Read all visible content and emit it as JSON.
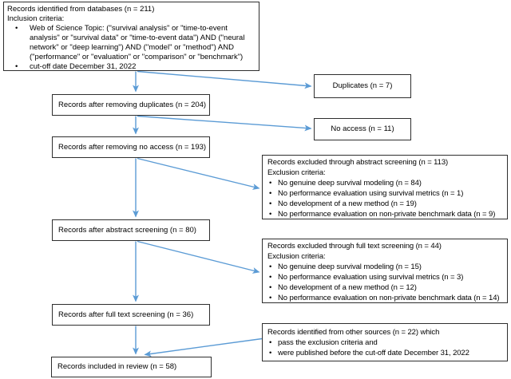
{
  "colors": {
    "arrow": "#5b9bd5",
    "box-border": "#2e2e2e",
    "box-fill": "#ffffff",
    "text": "#000000",
    "background": "#ffffff"
  },
  "glyphs": {
    "bullet": "•"
  },
  "boxes": {
    "identified": {
      "title": "Records identified from databases (n = 211)",
      "subtitle": "Inclusion criteria:",
      "bullets": [
        "Web of Science Topic: (\"survival analysis\" or \"time-to-event analysis\" or \"survival data\" or \"time-to-event data\") AND (\"neural network\" or \"deep learning\") AND (\"model\" or \"method\") AND (\"performance\" or \"evaluation\" or \"comparison\" or \"benchmark\")",
        "cut-off date December 31, 2022"
      ]
    },
    "duplicates": {
      "label": "Duplicates (n = 7)"
    },
    "after_duplicates": {
      "label": "Records after removing duplicates (n = 204)"
    },
    "no_access": {
      "label": "No access (n = 11)"
    },
    "after_no_access": {
      "label": "Records after removing no access (n = 193)"
    },
    "excluded_abstract": {
      "title": "Records excluded through abstract screening (n = 113)",
      "subtitle": "Exclusion criteria:",
      "bullets": [
        "No genuine deep survival modeling (n = 84)",
        "No performance evaluation using survival metrics (n = 1)",
        "No development of a new method (n = 19)",
        "No performance evaluation on non-private benchmark data (n = 9)"
      ]
    },
    "after_abstract": {
      "label": "Records after abstract screening (n = 80)"
    },
    "excluded_fulltext": {
      "title": "Records excluded through full text screening (n = 44)",
      "subtitle": "Exclusion criteria:",
      "bullets": [
        "No genuine deep survival modeling (n = 15)",
        "No performance evaluation using survival metrics (n = 3)",
        "No development of a new method (n = 12)",
        "No performance evaluation on non-private benchmark data (n = 14)"
      ]
    },
    "after_fulltext": {
      "label": "Records after full text screening (n = 36)"
    },
    "other_sources": {
      "title": "Records identified from other sources (n = 22) which",
      "bullets": [
        "pass the exclusion criteria and",
        "were published before the cut-off date December 31, 2022"
      ]
    },
    "included": {
      "label": "Records included in review (n = 58)"
    }
  }
}
